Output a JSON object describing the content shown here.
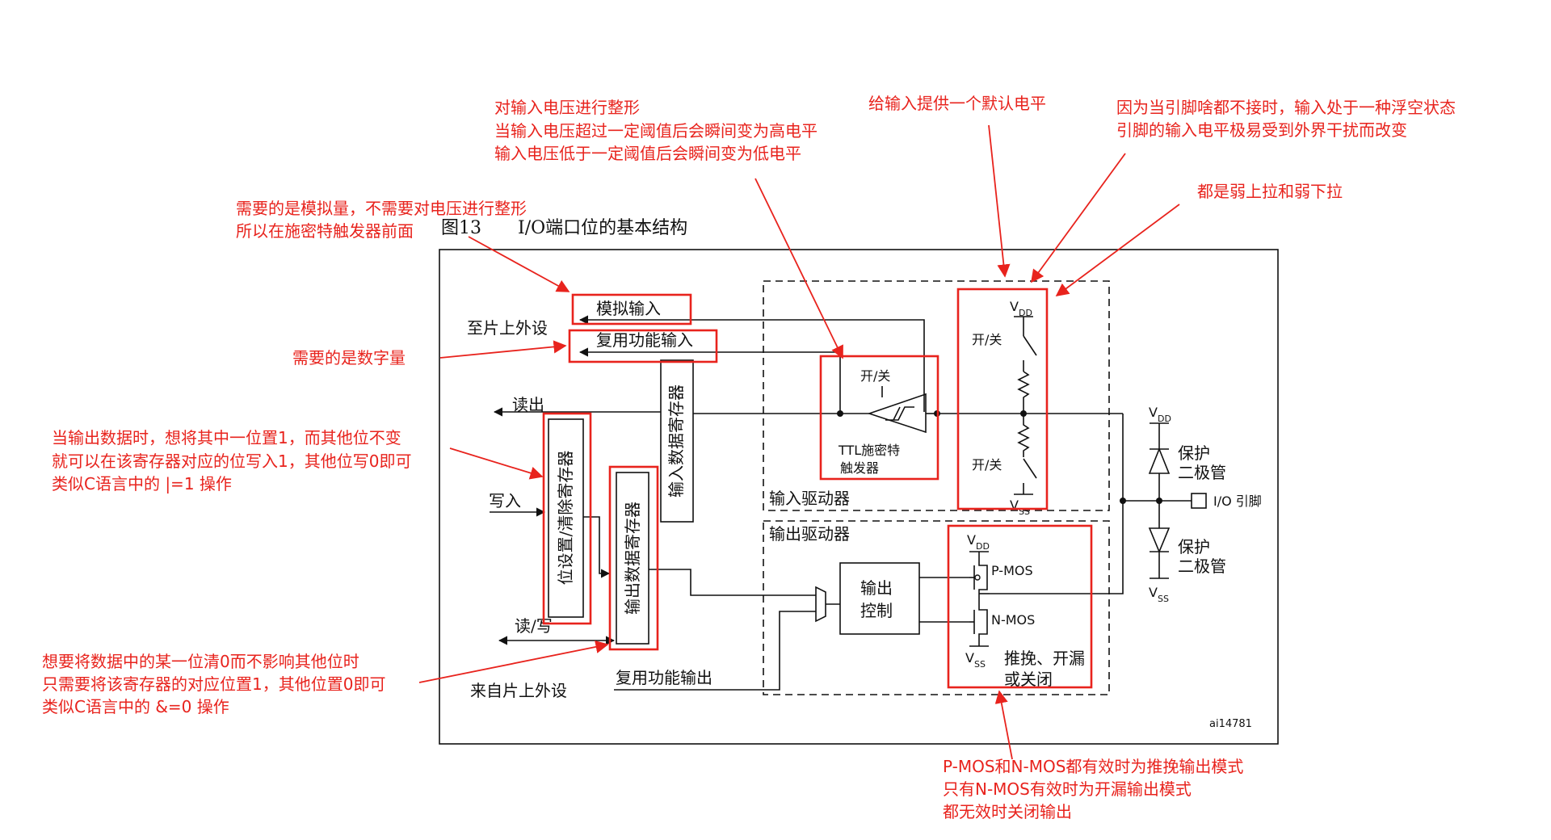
{
  "figure": {
    "number": "图13",
    "title": "I/O端口位的基本结构",
    "code": "ai14781"
  },
  "blocks": {
    "analog_input": "模拟输入",
    "alt_input": "复用功能输入",
    "to_peripheral": "至片上外设",
    "read": "读出",
    "write": "写入",
    "read_write": "读/写",
    "from_peripheral": "来自片上外设",
    "alt_output": "复用功能输出",
    "input_data_reg": "输入数据寄存器",
    "bsr_reg": "位设置/清除寄存器",
    "output_data_reg": "输出数据寄存器",
    "input_driver": "输入驱动器",
    "output_driver": "输出驱动器",
    "on_off": "开/关",
    "ttl_line1": "TTL施密特",
    "ttl_line2": "触发器",
    "output_ctrl_line1": "输出",
    "output_ctrl_line2": "控制",
    "pmos": "P-MOS",
    "nmos": "N-MOS",
    "mode_line1": "推挽、开漏",
    "mode_line2": "或关闭",
    "protect_line1": "保护",
    "protect_line2": "二极管",
    "io_pin": "I/O 引脚",
    "v": "V",
    "dd": "DD",
    "ss": "SS"
  },
  "annotations": {
    "schmitt": [
      "对输入电压进行整形",
      "当输入电压超过一定阈值后会瞬间变为高电平",
      "输入电压低于一定阈值后会瞬间变为低电平"
    ],
    "default_level": [
      "给输入提供一个默认电平"
    ],
    "floating": [
      "因为当引脚啥都不接时，输入处于一种浮空状态",
      "引脚的输入电平极易受到外界干扰而改变"
    ],
    "weak": [
      "都是弱上拉和弱下拉"
    ],
    "analog": [
      "需要的是模拟量，不需要对电压进行整形",
      "所以在施密特触发器前面"
    ],
    "digital": [
      "需要的是数字量"
    ],
    "bsr_set": [
      "当输出数据时，想将其中一位置1，而其他位不变",
      "就可以在该寄存器对应的位写入1，其他位写0即可",
      "类似C语言中的 |=1 操作"
    ],
    "bsr_clear": [
      "想要将数据中的某一位清0而不影响其他位时",
      "只需要将该寄存器的对应位置1，其他位置0即可",
      "类似C语言中的 &=0 操作"
    ],
    "mos_modes": [
      "P-MOS和N-MOS都有效时为推挽输出模式",
      "只有N-MOS有效时为开漏输出模式",
      "都无效时关闭输出"
    ]
  },
  "colors": {
    "annotation": "#e8231d",
    "diagram": "#111111"
  }
}
